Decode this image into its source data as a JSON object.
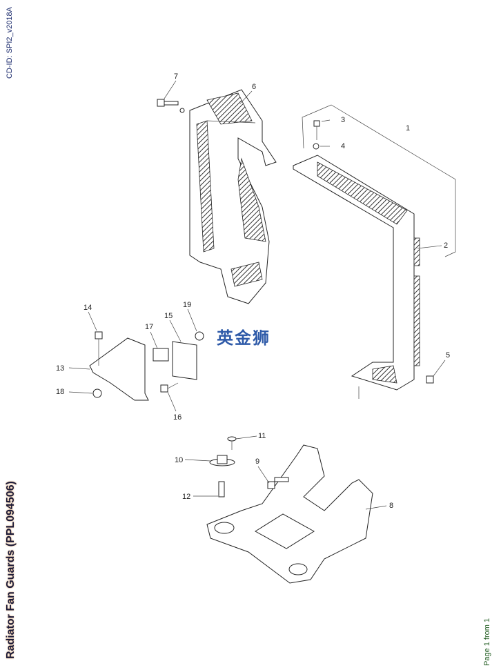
{
  "header": {
    "cd_id": "CD-ID: SPI2_v2018A"
  },
  "title": "Radiator Fan Guards (PPL094506)",
  "footer": {
    "page": "Page 1 from 1"
  },
  "watermark": "英金狮",
  "callouts": [
    "1",
    "2",
    "3",
    "4",
    "5",
    "6",
    "7",
    "8",
    "9",
    "10",
    "11",
    "12",
    "13",
    "14",
    "15",
    "16",
    "17",
    "18",
    "19"
  ]
}
